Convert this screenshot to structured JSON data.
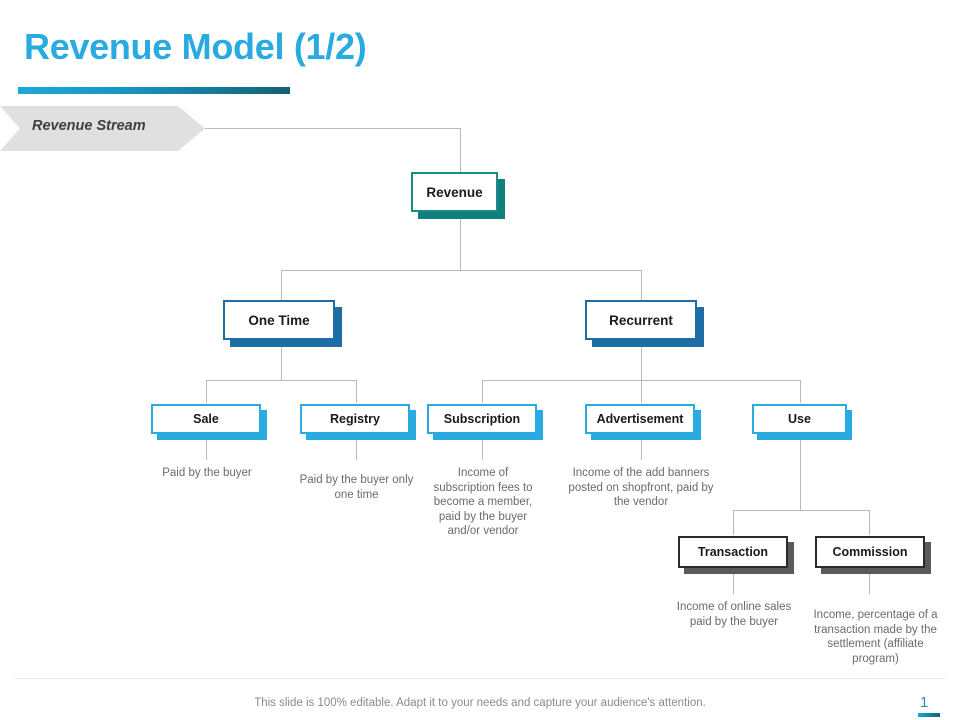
{
  "slide": {
    "title": "Revenue Model (1/2)",
    "banner_label": "Revenue Stream",
    "footer_text": "This slide is 100% editable. Adapt it to your needs and capture your audience's attention.",
    "page_number": "1"
  },
  "colors": {
    "title": "#29ABE2",
    "rule_start": "#1BA8D8",
    "rule_end": "#136273",
    "teal_border": "#1a8a8a",
    "teal_shadow": "#10807f",
    "blue_border": "#1C6EA4",
    "blue_shadow": "#1C6EA4",
    "cyan_border": "#29ABE2",
    "cyan_shadow": "#29ABE2",
    "dark_border": "#2b2b2b",
    "dark_shadow": "#5a5a5a",
    "connector": "#b9b9b9",
    "banner_bg": "#e0e0e0",
    "caption_text": "#6b6b6b"
  },
  "nodes": {
    "revenue": {
      "label": "Revenue",
      "style": "teal"
    },
    "one_time": {
      "label": "One Time",
      "style": "blue"
    },
    "recurrent": {
      "label": "Recurrent",
      "style": "blue"
    },
    "sale": {
      "label": "Sale",
      "style": "cyan"
    },
    "registry": {
      "label": "Registry",
      "style": "cyan"
    },
    "subscription": {
      "label": "Subscription",
      "style": "cyan"
    },
    "advertisement": {
      "label": "Advertisement",
      "style": "cyan"
    },
    "use": {
      "label": "Use",
      "style": "cyan"
    },
    "transaction": {
      "label": "Transaction",
      "style": "dark"
    },
    "commission": {
      "label": "Commission",
      "style": "dark"
    }
  },
  "captions": {
    "sale": "Paid by the buyer",
    "registry": "Paid by the buyer only one time",
    "subscription": "Income of subscription fees to become a member, paid by the buyer and/or vendor",
    "advertisement": "Income of the add banners posted on shopfront, paid by the vendor",
    "transaction": "Income of online sales paid by the buyer",
    "commission": "Income, percentage of a transaction made by the settlement (affiliate program)"
  }
}
